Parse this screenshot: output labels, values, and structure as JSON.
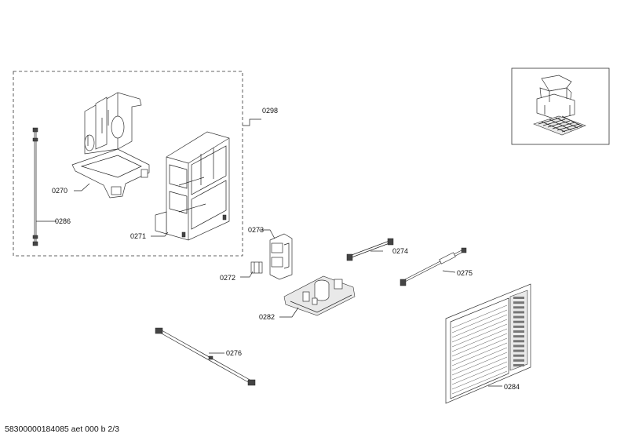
{
  "diagram": {
    "labels": {
      "p0270": "0270",
      "p0271": "0271",
      "p0272": "0272",
      "p0273": "0273",
      "p0274": "0274",
      "p0275": "0275",
      "p0276": "0276",
      "p0282": "0282",
      "p0284": "0284",
      "p0286": "0286",
      "p0298": "0298"
    }
  },
  "footer": {
    "text": "58300000184085 aet 000 b 2/3"
  }
}
